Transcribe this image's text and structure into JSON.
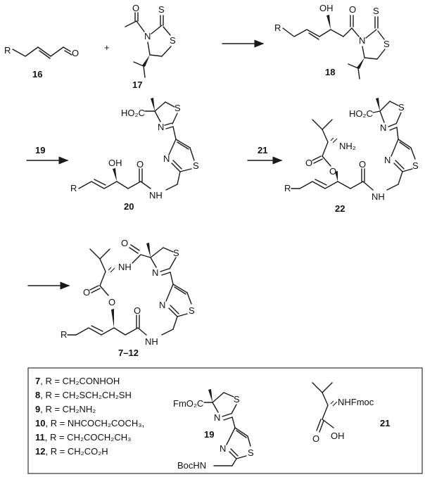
{
  "compounds": {
    "c16": "16",
    "c17": "17",
    "c18": "18",
    "c19": "19",
    "c20": "20",
    "c21": "21",
    "c22": "22",
    "c7_12": "7–12"
  },
  "reagents": {
    "plus": "+",
    "step2": "19",
    "step3": "21"
  },
  "atoms": {
    "R": "R",
    "O": "O",
    "N": "N",
    "S": "S",
    "OH": "OH",
    "HO2C": "HO₂C",
    "NH": "NH",
    "NH2": "NH₂",
    "FmO2C": "FmO₂C",
    "BocHN": "BocHN",
    "NHFmoc": "NHFmoc"
  },
  "legend": [
    {
      "num": "7",
      "text": ", R = CH₂CONHOH"
    },
    {
      "num": "8",
      "text": ", R = CH₂SCH₂CH₂SH"
    },
    {
      "num": "9",
      "text": ", R = CH₂NH₂"
    },
    {
      "num": "10",
      "text": ", R = NHCOCH₂COCH₃,"
    },
    {
      "num": "11",
      "text": ", R = CH₂COCH₂CH₃"
    },
    {
      "num": "12",
      "text": ", R = CH₂CO₂H"
    }
  ]
}
